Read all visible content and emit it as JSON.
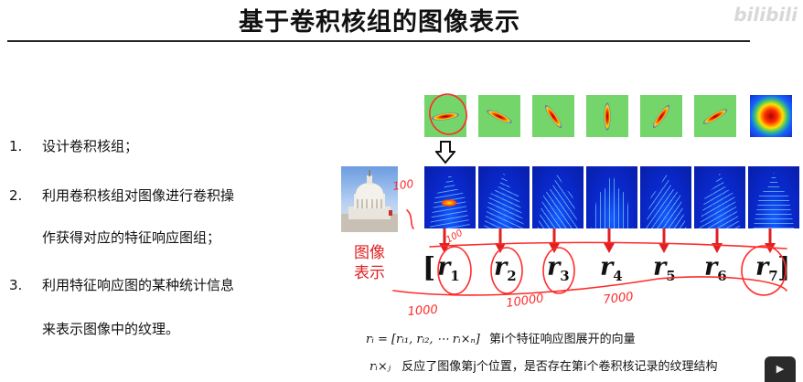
{
  "slide": {
    "title": "基于卷积核组的图像表示",
    "brand": "bilibili"
  },
  "steps": [
    {
      "num": "1.",
      "line1": "设计卷积核组；",
      "line2": ""
    },
    {
      "num": "2.",
      "line1": "利用卷积核组对图像进行卷积操",
      "line2": "作获得对应的特征响应图组；"
    },
    {
      "num": "3.",
      "line1": "利用特征响应图的某种统计信息",
      "line2": "来表示图像中的纹理。"
    }
  ],
  "figure": {
    "kernel_icons": [
      "horizontal-filter-icon",
      "diagonal-filter-icon",
      "oblique-filter-icon",
      "vertical-filter-icon",
      "oblique-filter-icon",
      "diagonal-filter-icon",
      "center-surround-filter-icon"
    ],
    "representation_label": "图像表示",
    "vector": {
      "open_bracket": "[",
      "close_bracket": "]",
      "items": [
        {
          "base": "r",
          "sub": "1"
        },
        {
          "base": "r",
          "sub": "2"
        },
        {
          "base": "r",
          "sub": "3"
        },
        {
          "base": "r",
          "sub": "4"
        },
        {
          "base": "r",
          "sub": "5"
        },
        {
          "base": "r",
          "sub": "6"
        },
        {
          "base": "r",
          "sub": "7"
        }
      ]
    },
    "accent_red": "#e02020",
    "ink_red": "#ff2b2b"
  },
  "formulas": {
    "f1_math": "rᵢ = [rᵢ₁, rᵢ₂, ⋯ rᵢ×ₙ]",
    "f1_text": "第i个特征响应图展开的向量",
    "f2_math": "rᵢ×ⱼ",
    "f2_text": "反应了图像第j个位置，是否存在第i个卷积核记录的纹理结构"
  },
  "handwriting": {
    "left_note": "100",
    "mid_note": "100",
    "bottom_notes": [
      "1000",
      "10000",
      "7000"
    ]
  }
}
